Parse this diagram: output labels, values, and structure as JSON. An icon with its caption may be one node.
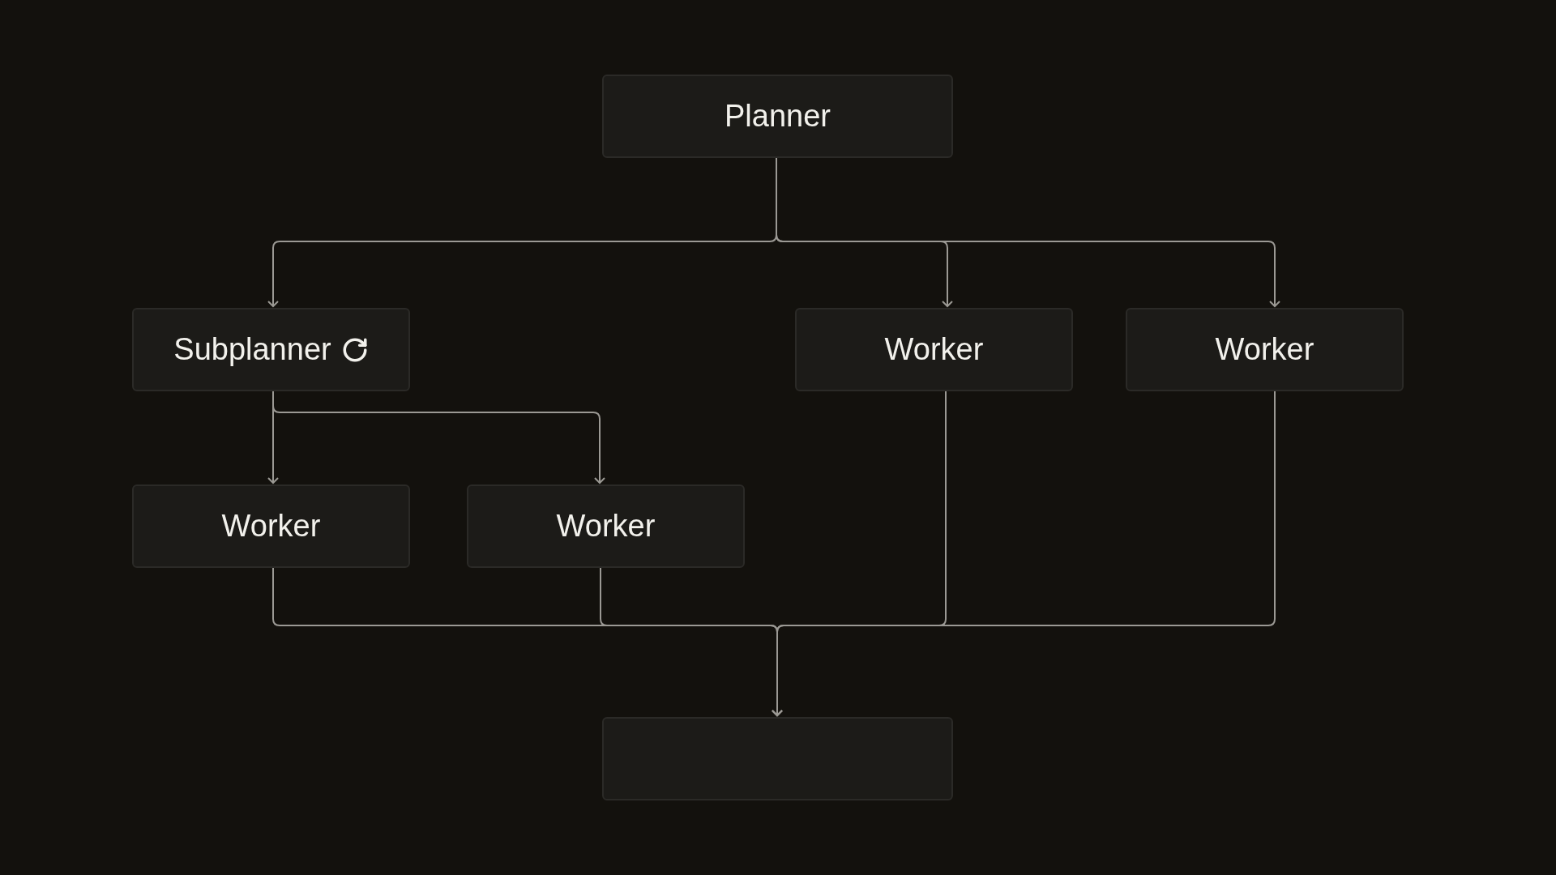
{
  "diagram": {
    "nodes": [
      {
        "text": [
          "Planner"
        ]
      },
      {
        "text": [
          "Subplanner"
        ]
      },
      {
        "text": [
          "Worker"
        ]
      },
      {
        "text": [
          "Worker"
        ]
      },
      {
        "text": [
          "Worker"
        ]
      },
      {
        "text": [
          "Worker"
        ]
      },
      {
        "text": [],
        "shape": "box"
      }
    ],
    "edges": [
      {
        "from": 0,
        "to": 1,
        "arrow": "to"
      },
      {
        "from": 0,
        "to": 2,
        "arrow": "to"
      },
      {
        "from": 0,
        "to": 3,
        "arrow": "to"
      },
      {
        "from": 1,
        "to": 4,
        "arrow": "to"
      },
      {
        "from": 1,
        "to": 5,
        "arrow": "to"
      },
      {
        "from": 4,
        "to": 6,
        "arrow": "to"
      },
      {
        "from": 5,
        "to": 6,
        "arrow": "to"
      },
      {
        "from": 2,
        "to": 6,
        "arrow": "to"
      },
      {
        "from": 3,
        "to": 6,
        "arrow": "to"
      }
    ]
  }
}
